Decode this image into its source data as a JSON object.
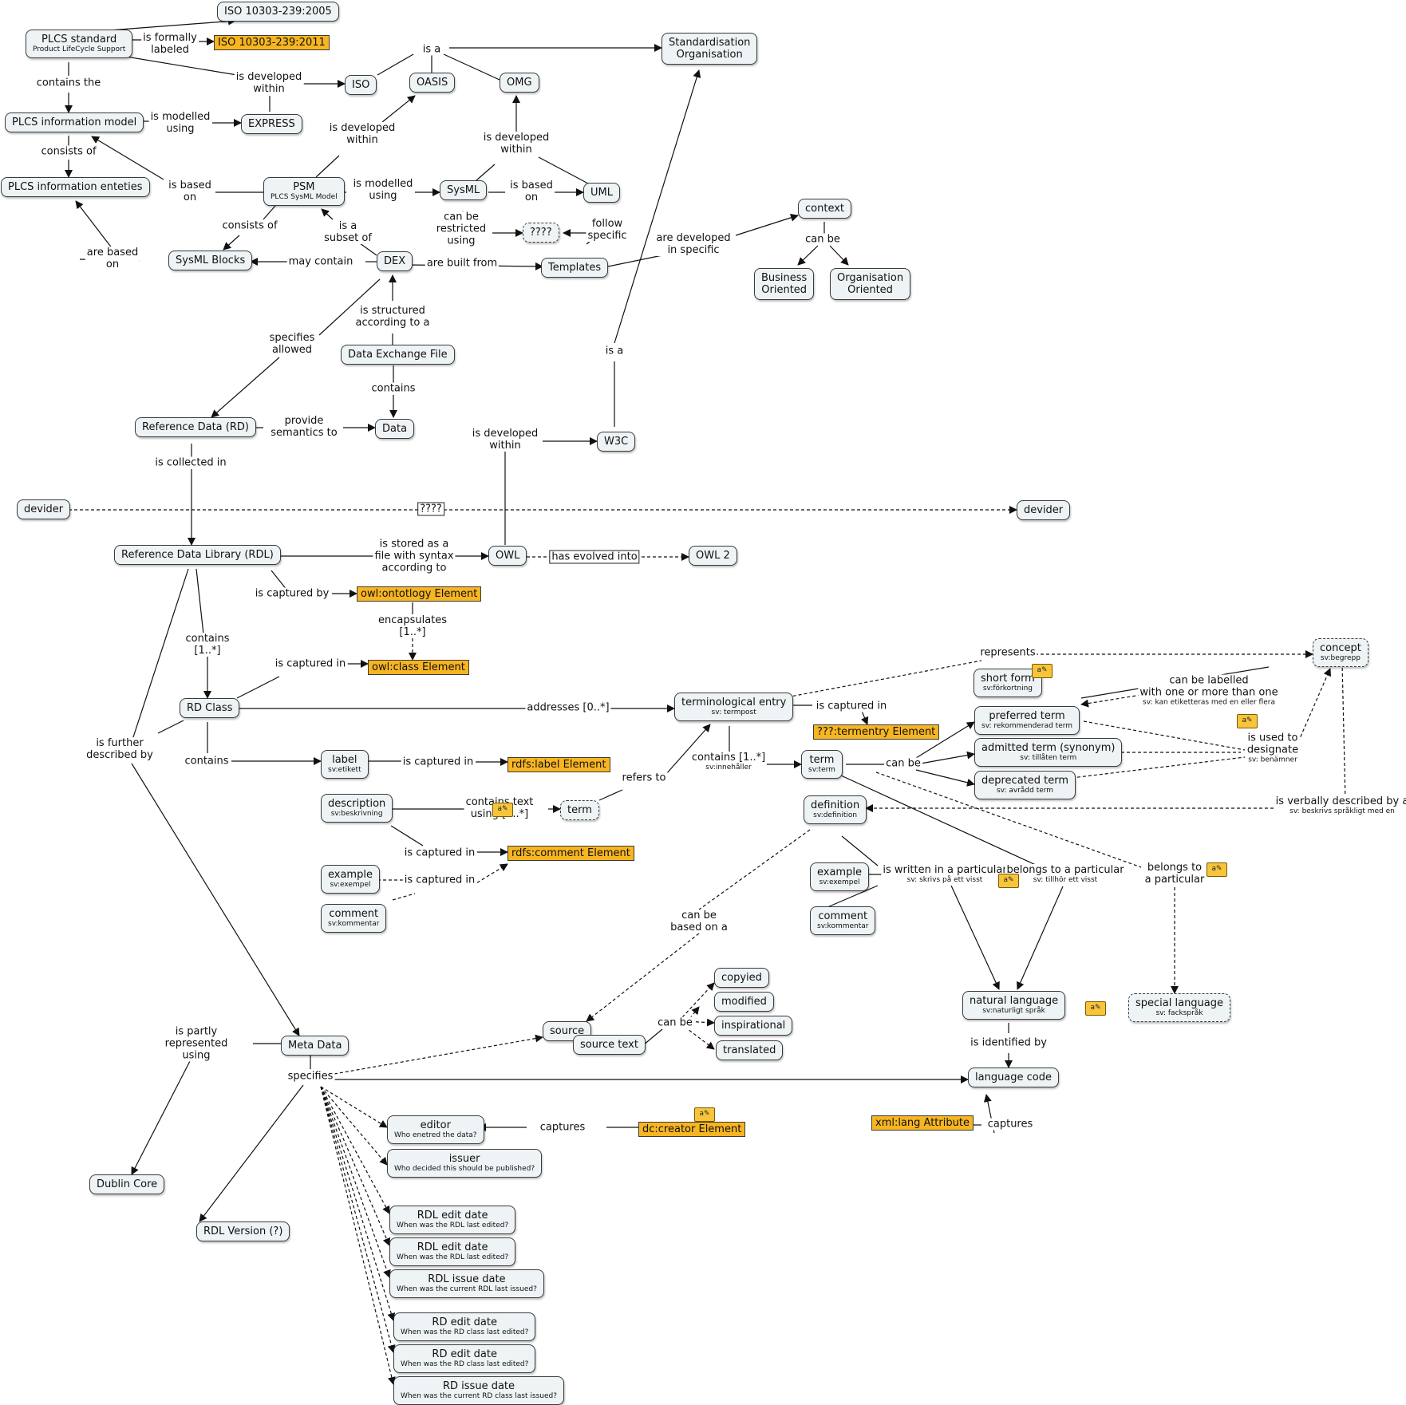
{
  "nodes": {
    "iso2005": {
      "text": "ISO 10303-239:2005"
    },
    "plcs_std": {
      "text": "PLCS standard",
      "sub": "Product LifeCycle Support"
    },
    "iso2011": {
      "text": "ISO 10303-239:2011"
    },
    "std_org": {
      "text": "Standardisation\nOrganisation"
    },
    "iso": {
      "text": "ISO"
    },
    "oasis": {
      "text": "OASIS"
    },
    "omg": {
      "text": "OMG"
    },
    "plcs_im": {
      "text": "PLCS information model"
    },
    "express": {
      "text": "EXPRESS"
    },
    "plcs_ie": {
      "text": "PLCS information enteties"
    },
    "psm": {
      "text": "PSM",
      "sub": "PLCS SysML Model"
    },
    "sysml": {
      "text": "SysML"
    },
    "uml": {
      "text": "UML"
    },
    "context": {
      "text": "context"
    },
    "qqq1": {
      "text": "????"
    },
    "sysml_blocks": {
      "text": "SysML Blocks"
    },
    "dex": {
      "text": "DEX"
    },
    "templates": {
      "text": "Templates"
    },
    "business": {
      "text": "Business\nOriented"
    },
    "organisation": {
      "text": "Organisation\nOriented"
    },
    "def_file": {
      "text": "Data Exchange File"
    },
    "ref_data": {
      "text": "Reference Data (RD)"
    },
    "data": {
      "text": "Data"
    },
    "w3c": {
      "text": "W3C"
    },
    "devider_l": {
      "text": "devider"
    },
    "devider_r": {
      "text": "devider"
    },
    "rdl": {
      "text": "Reference Data Library (RDL)"
    },
    "owl": {
      "text": "OWL"
    },
    "owl2": {
      "text": "OWL 2"
    },
    "owl_onto": {
      "text": "owl:ontotlogy Element"
    },
    "owl_class": {
      "text": "owl:class Element"
    },
    "rd_class": {
      "text": "RD Class"
    },
    "term_entry": {
      "text": "terminological entry",
      "sub": "sv: termpost"
    },
    "termentry_el": {
      "text": "???:termentry Element"
    },
    "concept": {
      "text": "concept",
      "sub": "sv:begrepp"
    },
    "short_form": {
      "text": "short form",
      "sub": "sv:förkortning"
    },
    "preferred": {
      "text": "preferred term",
      "sub": "sv: rekommenderad term"
    },
    "admitted": {
      "text": "admitted term (synonym)",
      "sub": "sv: tillåten term"
    },
    "deprecated": {
      "text": "deprecated term",
      "sub": "sv: avrådd term"
    },
    "term_node": {
      "text": "term",
      "sub": "sv:term"
    },
    "label": {
      "text": "label",
      "sub": "sv:etikett"
    },
    "rdfs_label": {
      "text": "rdfs:label Element"
    },
    "description": {
      "text": "description",
      "sub": "sv:beskrivning"
    },
    "term_dash": {
      "text": "term"
    },
    "definition": {
      "text": "definition",
      "sub": "sv:definition"
    },
    "rdfs_comment": {
      "text": "rdfs:comment Element"
    },
    "example1": {
      "text": "example",
      "sub": "sv:exempel"
    },
    "comment1": {
      "text": "comment",
      "sub": "sv:kommentar"
    },
    "example2": {
      "text": "example",
      "sub": "sv:exempel"
    },
    "comment2": {
      "text": "comment",
      "sub": "sv:kommentar"
    },
    "copyied": {
      "text": "copyied"
    },
    "modified": {
      "text": "modified"
    },
    "inspirational": {
      "text": "inspirational"
    },
    "translated": {
      "text": "translated"
    },
    "natural_lang": {
      "text": "natural language",
      "sub": "sv:naturligt språk"
    },
    "special_lang": {
      "text": "special language",
      "sub": "sv: fackspråk"
    },
    "source": {
      "text": "source"
    },
    "source_text": {
      "text": "source text"
    },
    "meta_data": {
      "text": "Meta Data"
    },
    "language_code": {
      "text": "language code"
    },
    "editor": {
      "text": "editor",
      "sub": "Who enetred the data?"
    },
    "dc_creator": {
      "text": "dc:creator Element"
    },
    "xml_lang": {
      "text": "xml:lang Attribute"
    },
    "issuer": {
      "text": "issuer",
      "sub": "Who decided this should be published?"
    },
    "dublin": {
      "text": "Dublin Core"
    },
    "rdl_version": {
      "text": "RDL Version (?)"
    },
    "rdl_edit1": {
      "text": "RDL edit date",
      "sub": "When was the RDL last edited?"
    },
    "rdl_edit2": {
      "text": "RDL edit date",
      "sub": "When was the RDL last edited?"
    },
    "rdl_issue": {
      "text": "RDL issue date",
      "sub": "When was the current RDL last issued?"
    },
    "rd_edit1": {
      "text": "RD edit date",
      "sub": "When was the RD class last edited?"
    },
    "rd_edit2": {
      "text": "RD edit date",
      "sub": "When was the RD class last edited?"
    },
    "rd_issue": {
      "text": "RD issue date",
      "sub": "When was the current RD class last issued?"
    }
  },
  "labels": {
    "formally_labeled": {
      "text": "is formally\nlabeled"
    },
    "contains_the": {
      "text": "contains the"
    },
    "is_a_top": {
      "text": "is a"
    },
    "dev_within_iso": {
      "text": "is developed\nwithin"
    },
    "modelled_using_express": {
      "text": "is modelled\nusing"
    },
    "consists_of_1": {
      "text": "consists of"
    },
    "dev_within_oasis": {
      "text": "is developed\nwithin"
    },
    "dev_within_omg": {
      "text": "is developed\nwithin"
    },
    "based_on_psm": {
      "text": "is based\non"
    },
    "modelled_using_sysml": {
      "text": "is modelled\nusing"
    },
    "based_on_uml": {
      "text": "is based\non"
    },
    "consists_of_2": {
      "text": "consists of"
    },
    "subset_of": {
      "text": "is a\nsubset of"
    },
    "restricted_using": {
      "text": "can be\nrestricted\nusing"
    },
    "follow_specific": {
      "text": "follow\nspecific"
    },
    "developed_in_specific": {
      "text": "are developed\nin specific"
    },
    "can_be_ctx": {
      "text": "can be"
    },
    "are_based_on": {
      "text": "are based\non"
    },
    "may_contain": {
      "text": "may contain"
    },
    "built_from": {
      "text": "are built from"
    },
    "structured_acc": {
      "text": "is structured\naccording to a"
    },
    "specifies_allowed": {
      "text": "specifies\nallowed"
    },
    "is_a_w3c": {
      "text": "is a"
    },
    "contains_data": {
      "text": "contains"
    },
    "provide_semantics": {
      "text": "provide\nsemantics to"
    },
    "dev_within_w3c": {
      "text": "is developed\nwithin"
    },
    "collected_in": {
      "text": "is collected in"
    },
    "devider_qqq": {
      "text": "????"
    },
    "stored_as": {
      "text": "is stored as a\nfile with syntax\naccording to"
    },
    "evolved_into": {
      "text": "has evolved into"
    },
    "captured_by": {
      "text": "is captured by"
    },
    "encapsulates": {
      "text": "encapsulates\n[1..*]"
    },
    "contains_1n": {
      "text": "contains\n[1..*]"
    },
    "captured_in_class": {
      "text": "is captured in"
    },
    "represents": {
      "text": "represents"
    },
    "addresses": {
      "text": "addresses [0..*]"
    },
    "captured_in_termentry": {
      "text": "is captured in"
    },
    "labelled_with": {
      "text": "can be labelled\nwith one or more than one",
      "sub": "sv: kan etiketteras med en eller flera"
    },
    "further_described": {
      "text": "is further\ndescribed by"
    },
    "contains_rd": {
      "text": "contains"
    },
    "captured_in_label": {
      "text": "is captured in"
    },
    "contains_te": {
      "text": "contains [1..*]",
      "sub": "sv:innehåller"
    },
    "can_be_term": {
      "text": "can be"
    },
    "used_to_designate": {
      "text": "is used to\ndesignate",
      "sub": "sv: benämner"
    },
    "contains_text": {
      "text": "contains text\nusing [0..*]"
    },
    "refers_to": {
      "text": "refers to"
    },
    "verbally_described": {
      "text": "is verbally described by a",
      "sub": "sv: beskrivs språkligt med en"
    },
    "captured_in_comment": {
      "text": "is captured in"
    },
    "captured_in_example": {
      "text": "is captured in"
    },
    "written_in": {
      "text": "is written in a particular",
      "sub": "sv: skrivs på ett visst"
    },
    "belongs_particular": {
      "text": "belongs to a particular",
      "sub": "sv: tillhör ett visst"
    },
    "belongs_to_a": {
      "text": "belongs to\na particular"
    },
    "based_on_a": {
      "text": "can be\nbased on a"
    },
    "can_be_src": {
      "text": "can be"
    },
    "partly_represented": {
      "text": "is partly\nrepresented\nusing"
    },
    "identified_by": {
      "text": "is identified by"
    },
    "specifies": {
      "text": "specifies"
    },
    "captures_dc": {
      "text": "captures"
    },
    "captures_xml": {
      "text": "captures"
    }
  },
  "colors": {
    "node_fill": "#eef3f5",
    "highlight": "#f7b522",
    "line": "#111111"
  },
  "icons": [
    "note-icon"
  ]
}
